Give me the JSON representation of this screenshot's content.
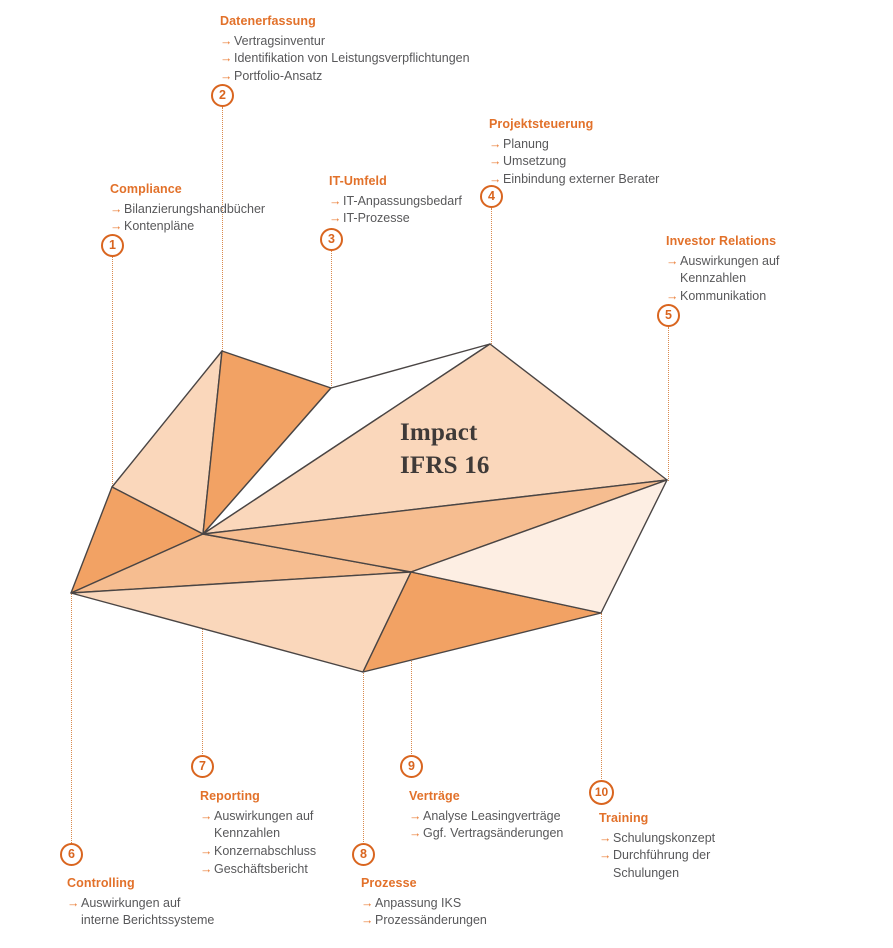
{
  "center": {
    "line1": "Impact",
    "line2": "IFRS 16"
  },
  "colors": {
    "accent": "#e2712a",
    "badge_border": "#d9651f",
    "arrow": "#ea7b33",
    "body_text": "#58585a",
    "leader": "#d98a4e",
    "poly_dark": "#f2a264",
    "poly_mid": "#f6bd90",
    "poly_light": "#fad7bb",
    "poly_pale": "#fdeee3",
    "poly_stroke": "#4a4544"
  },
  "callouts": [
    {
      "number": "1",
      "title": "Compliance",
      "items": [
        "Bilanzierungshandbücher",
        "Kontenpläne"
      ]
    },
    {
      "number": "2",
      "title": "Datenerfassung",
      "items": [
        "Vertragsinventur",
        "Identifikation von Leistungsverpflichtungen",
        "Portfolio-Ansatz"
      ]
    },
    {
      "number": "3",
      "title": "IT-Umfeld",
      "items": [
        "IT-Anpassungsbedarf",
        "IT-Prozesse"
      ]
    },
    {
      "number": "4",
      "title": "Projektsteuerung",
      "items": [
        "Planung",
        "Umsetzung",
        "Einbindung externer Berater"
      ]
    },
    {
      "number": "5",
      "title": "Investor Relations",
      "items": [
        "Auswirkungen auf\nKennzahlen",
        "Kommunikation"
      ]
    },
    {
      "number": "6",
      "title": "Controlling",
      "items": [
        "Auswirkungen auf\ninterne Berichtssysteme"
      ]
    },
    {
      "number": "7",
      "title": "Reporting",
      "items": [
        "Auswirkungen auf\nKennzahlen",
        "Konzernabschluss",
        "Geschäftsbericht"
      ]
    },
    {
      "number": "8",
      "title": "Prozesse",
      "items": [
        "Anpassung IKS",
        "Prozessänderungen"
      ]
    },
    {
      "number": "9",
      "title": "Verträge",
      "items": [
        "Analyse Leasingverträge",
        "Ggf. Vertragsänderungen"
      ]
    },
    {
      "number": "10",
      "title": "Training",
      "items": [
        "Schulungskonzept",
        "Durchführung der\nSchulungen"
      ]
    }
  ],
  "arrow_glyph": "→"
}
